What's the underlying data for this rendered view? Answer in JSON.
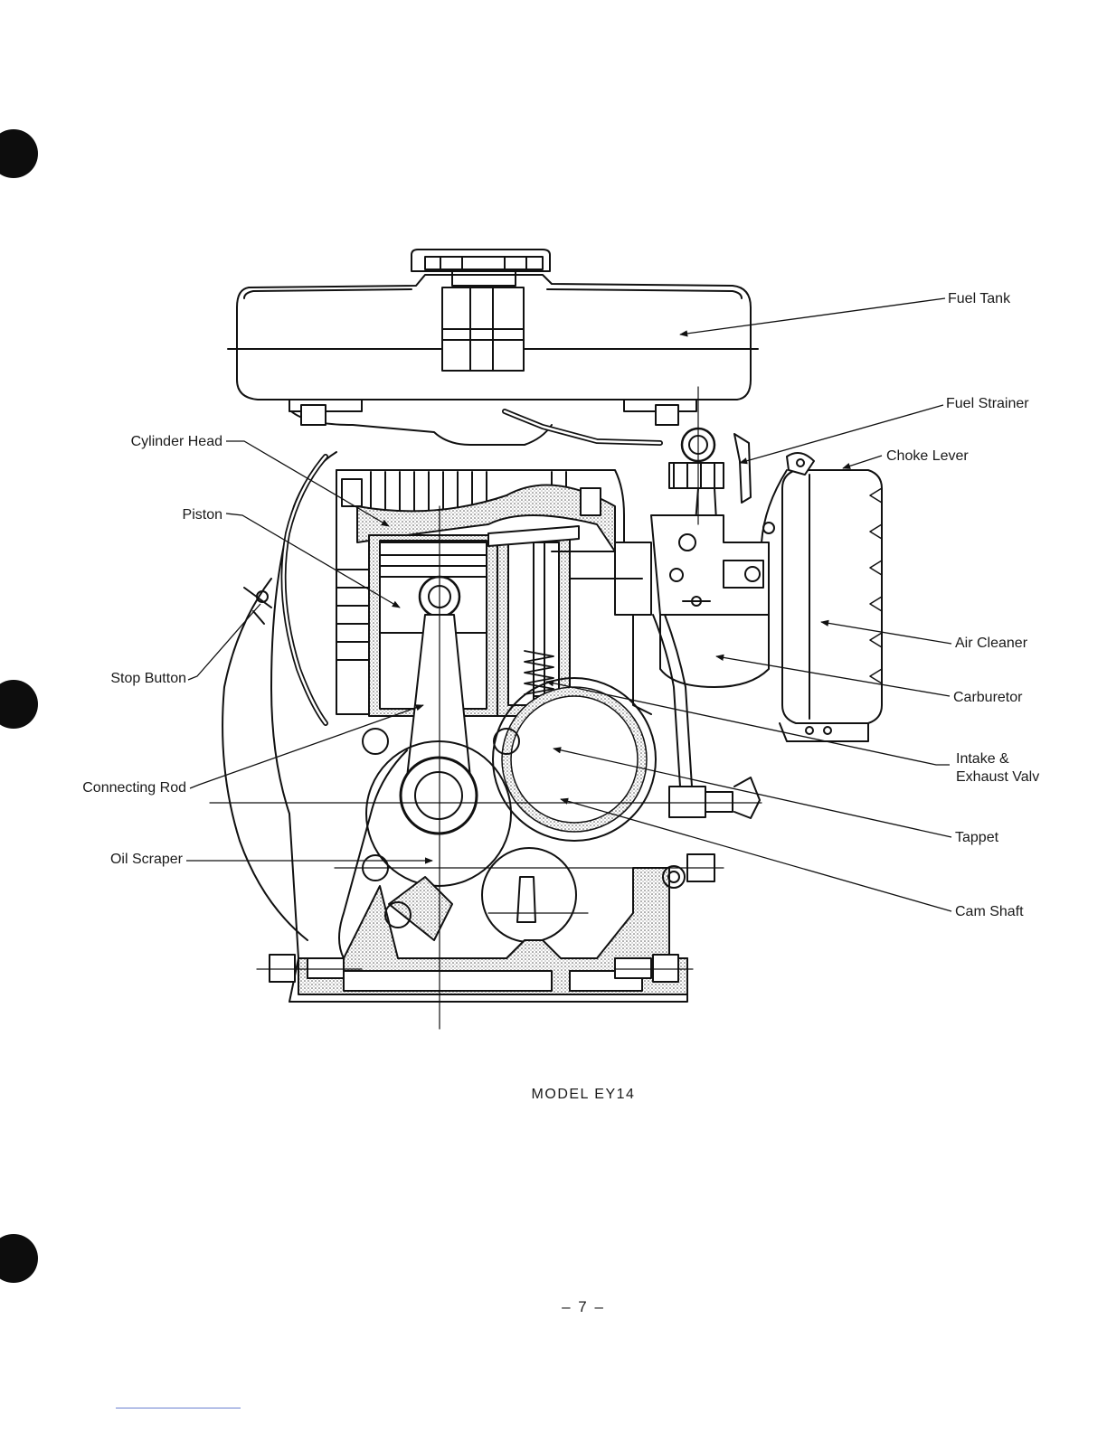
{
  "labels": {
    "fuel_tank": "Fuel Tank",
    "fuel_strainer": "Fuel Strainer",
    "choke_lever": "Choke Lever",
    "cylinder_head": "Cylinder Head",
    "piston": "Piston",
    "stop_button": "Stop Button",
    "connecting_rod": "Connecting Rod",
    "oil_scraper": "Oil Scraper",
    "air_cleaner": "Air Cleaner",
    "carburetor": "Carburetor",
    "intake_exhaust_line1": "Intake &",
    "intake_exhaust_line2": "Exhaust Valv",
    "tappet": "Tappet",
    "cam_shaft": "Cam Shaft"
  },
  "caption": "MODEL EY14",
  "page_number": "– 7 –"
}
